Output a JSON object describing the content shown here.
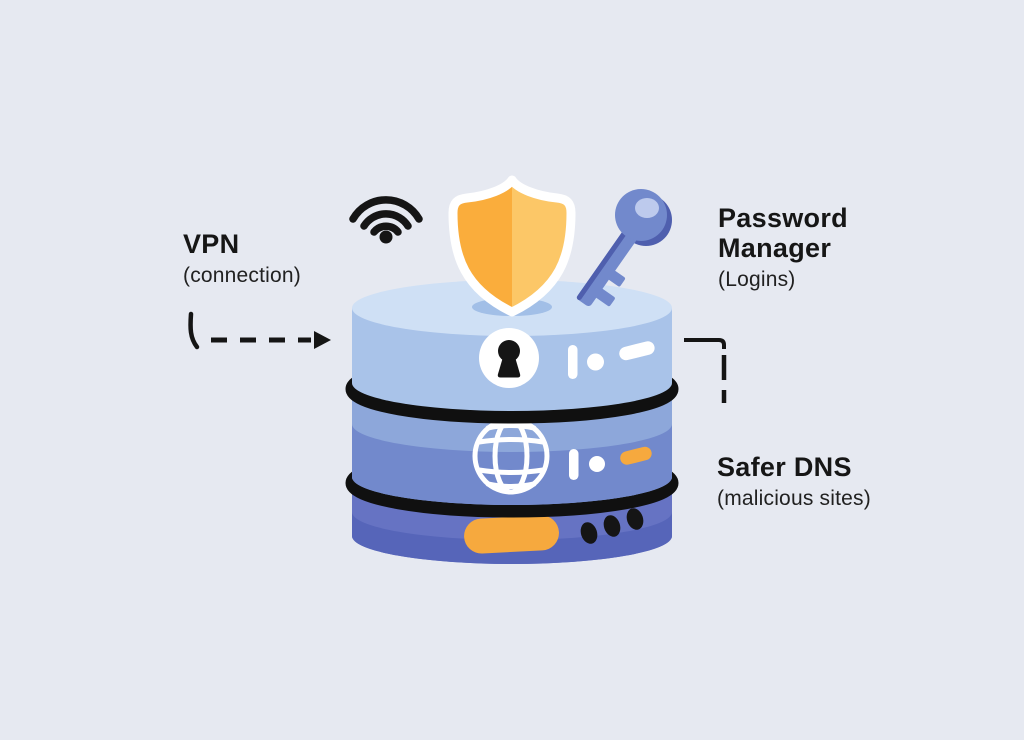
{
  "labels": {
    "vpn": {
      "title": "VPN",
      "subtitle": "(connection)"
    },
    "password_manager": {
      "title": "Password Manager",
      "subtitle": "(Logins)"
    },
    "safer_dns": {
      "title": "Safer DNS",
      "subtitle": "(malicious sites)"
    }
  },
  "stack": {
    "layers": [
      {
        "id": "top-layer",
        "icon": "lock-icon",
        "indicators": [
          "bar",
          "dot",
          "white-pill"
        ]
      },
      {
        "id": "middle-layer",
        "icon": "globe-icon",
        "indicators": [
          "bar",
          "dot",
          "orange-pill"
        ]
      },
      {
        "id": "bottom-layer",
        "icon": "status-dots",
        "indicators": [
          "orange-pill",
          "three-dots"
        ]
      }
    ]
  },
  "floating_icons": [
    "wifi-icon",
    "shield-icon",
    "key-icon"
  ],
  "colors": {
    "background": "#e6e9f1",
    "text": "#161616",
    "separator": "#101010",
    "icon_black": "#151515",
    "white": "#ffffff",
    "top_face": "#cfe0f5",
    "top_side": "#a9c3e9",
    "top_shadow": "#a2bfe7",
    "mid_face": "#8da7da",
    "mid_side": "#7289cc",
    "bottom_face": "#6673c3",
    "bottom_side": "#5665b9",
    "accent_orange": "#f6a93e",
    "shield_left": "#faad3c",
    "shield_right": "#fcc767",
    "key_body": "#7289cc",
    "key_shadow": "#4f5fae",
    "key_hole": "#bdcaed"
  }
}
